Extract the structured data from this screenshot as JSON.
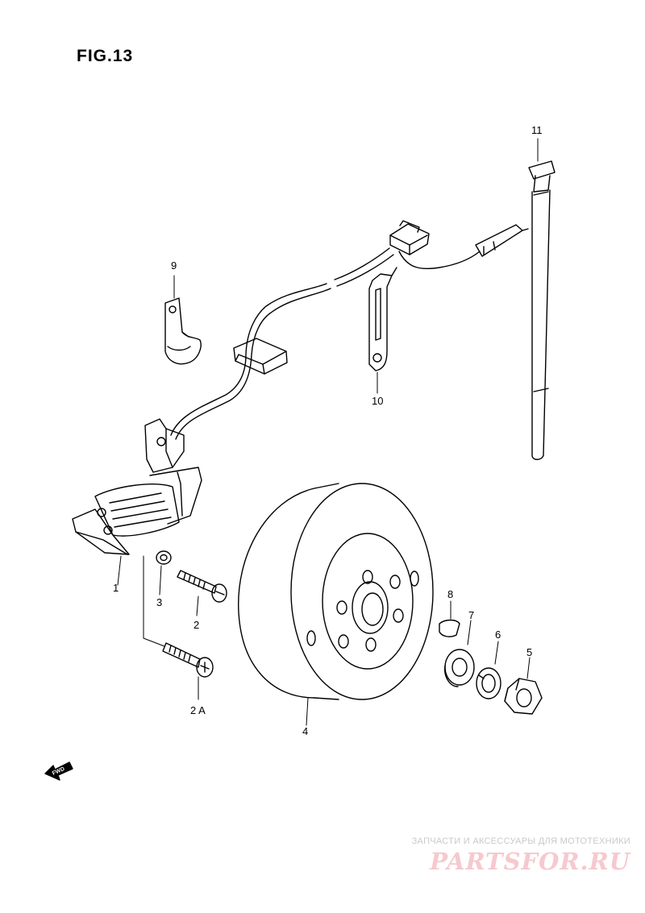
{
  "figure": {
    "title": "FIG.13"
  },
  "fwd_label": "FWD",
  "callouts": {
    "p1": "1",
    "p2": "2",
    "p2a": "2 A",
    "p3": "3",
    "p4": "4",
    "p5": "5",
    "p6": "6",
    "p7": "7",
    "p8": "8",
    "p9": "9",
    "p10": "10",
    "p11": "11"
  },
  "watermark": {
    "subtitle": "ЗАПЧАСТИ И АКСЕССУАРЫ ДЛЯ МОТОТЕХНИКИ",
    "logo": "PARTSFOR.RU"
  },
  "colors": {
    "line": "#000000",
    "background": "#ffffff",
    "watermark_logo": "#f6c9cf"
  }
}
